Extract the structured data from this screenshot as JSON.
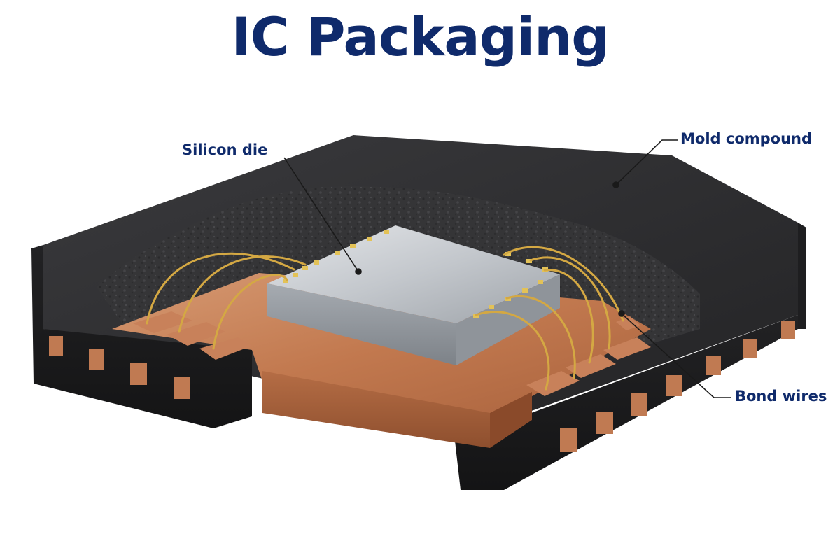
{
  "title": "IC Packaging",
  "labels": {
    "silicon_die": "Silicon die",
    "mold_compound": "Mold compound",
    "bond_wires": "Bond wires"
  },
  "colors": {
    "title_navy": "#0f2a6b",
    "mold_black": "#2b2b2d",
    "mold_cavity": "#3a3a3c",
    "copper": "#c27a55",
    "die_silver": "#c9ccd0",
    "gold_wire": "#d4a843",
    "leader_line": "#1a1a1a"
  }
}
